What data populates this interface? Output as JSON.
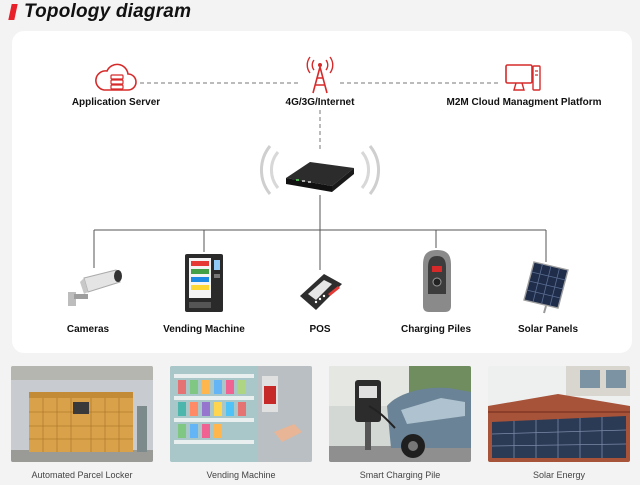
{
  "header": {
    "title": "Topology diagram"
  },
  "network": {
    "server_label": "Application Server",
    "internet_label": "4G/3G/Internet",
    "cloud_label": "M2M Cloud Managment Platform"
  },
  "devices": [
    {
      "label": "Cameras"
    },
    {
      "label": "Vending Machine"
    },
    {
      "label": "POS"
    },
    {
      "label": "Charging Piles"
    },
    {
      "label": "Solar Panels"
    }
  ],
  "photos": [
    {
      "caption": "Automated Parcel Locker"
    },
    {
      "caption": "Vending Machine"
    },
    {
      "caption": "Smart Charging Pile"
    },
    {
      "caption": "Solar Energy"
    }
  ],
  "colors": {
    "accent": "#e8202a",
    "line": "#666666"
  }
}
